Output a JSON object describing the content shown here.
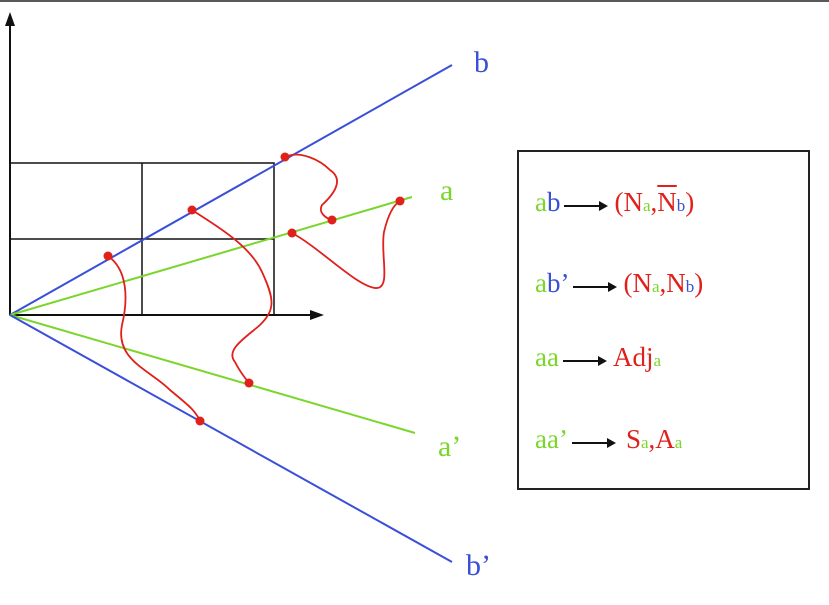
{
  "colors": {
    "blue": "#3a4fd8",
    "green": "#7ad62b",
    "red": "#e0201b",
    "black": "#111111"
  },
  "ray_labels": {
    "b": "b",
    "a": "a",
    "a_prime": "a’",
    "b_prime": "b’"
  },
  "legend": {
    "rows": [
      {
        "left_green": "a",
        "left_blue": "b",
        "left_tail": "",
        "right_open": "(N",
        "sub1": "a",
        "sep": ", ",
        "right_N2": "N",
        "sub2": "b",
        "right_close": ")",
        "overline_second": true
      },
      {
        "left_green": "a",
        "left_blue": "b’",
        "left_tail": "",
        "right_open": "(N",
        "sub1": "a",
        "sep": ", ",
        "right_N2": "N",
        "sub2": "b",
        "right_close": ")",
        "overline_second": false
      },
      {
        "left_green": "aa",
        "right": "Adj",
        "sub1": "a"
      },
      {
        "left_green": "aa’",
        "right_a": "S",
        "sub1": "a",
        "sep": ", ",
        "right_b": "A",
        "sub2": "a"
      }
    ]
  }
}
